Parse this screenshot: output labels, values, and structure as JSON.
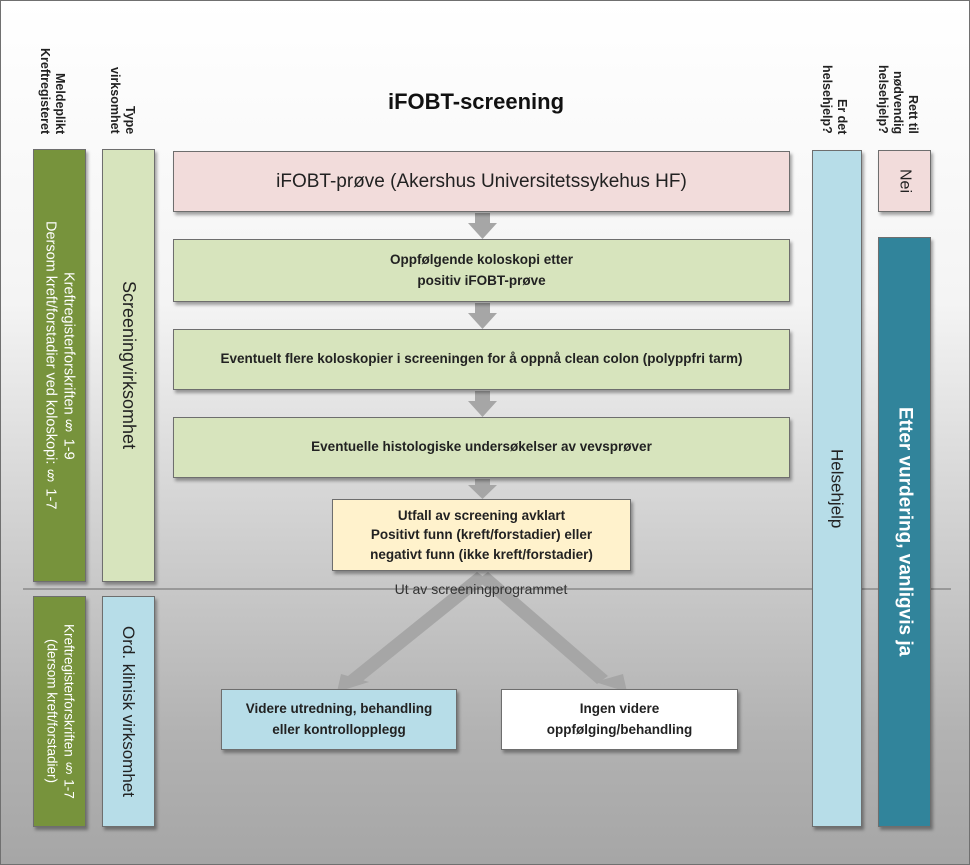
{
  "title": "iFOBT-screening",
  "headers": {
    "meldeplikt": "Meldeplikt\nKreftregisteret",
    "type": "Type\nvirksomhet",
    "helsehjelp": "Er det\nhelsehjelp?",
    "rett": "Rett til\nnødvendig\nhelsehjelp?"
  },
  "left_columns": {
    "kreft_top": "Kreftregisterforskriften § 1-9\nDersom kreft/forstadier ved koloskopi: § 1-7",
    "screening": "Screeningvirksomhet",
    "kreft_bottom": "Kreftregisterforskriften § 1-7\n(dersom kreft/forstadier)",
    "klinisk": "Ord. klinisk virksomhet"
  },
  "flow": {
    "step1": "iFOBT-prøve (Akershus Universitetssykehus HF)",
    "step2": "Oppfølgende koloskopi etter\npositiv iFOBT-prøve",
    "step3": "Eventuelt flere koloskopier i screeningen for å oppnå clean colon (polyppfri tarm)",
    "step4": "Eventuelle histologiske undersøkelser av vevsprøver",
    "step5": "Utfall av screening avklart\nPositivt funn (kreft/forstadier) eller\nnegativt funn (ikke kreft/forstadier)",
    "divider": "Ut av screeningprogrammet",
    "outcome_left": "Videre utredning, behandling\neller kontrollopplegg",
    "outcome_right": "Ingen videre\noppfølging/behandling"
  },
  "right_columns": {
    "helsehjelp": "Helsehjelp",
    "nei": "Nei",
    "etter": "Etter vurdering, vanligvis ja"
  },
  "colors": {
    "pink": "#f2dcdb",
    "light_green": "#d7e4bd",
    "cream": "#fff2cc",
    "light_blue": "#b7dde8",
    "dark_green": "#77933c",
    "teal": "#31849b",
    "arrow": "#a6a6a6"
  }
}
